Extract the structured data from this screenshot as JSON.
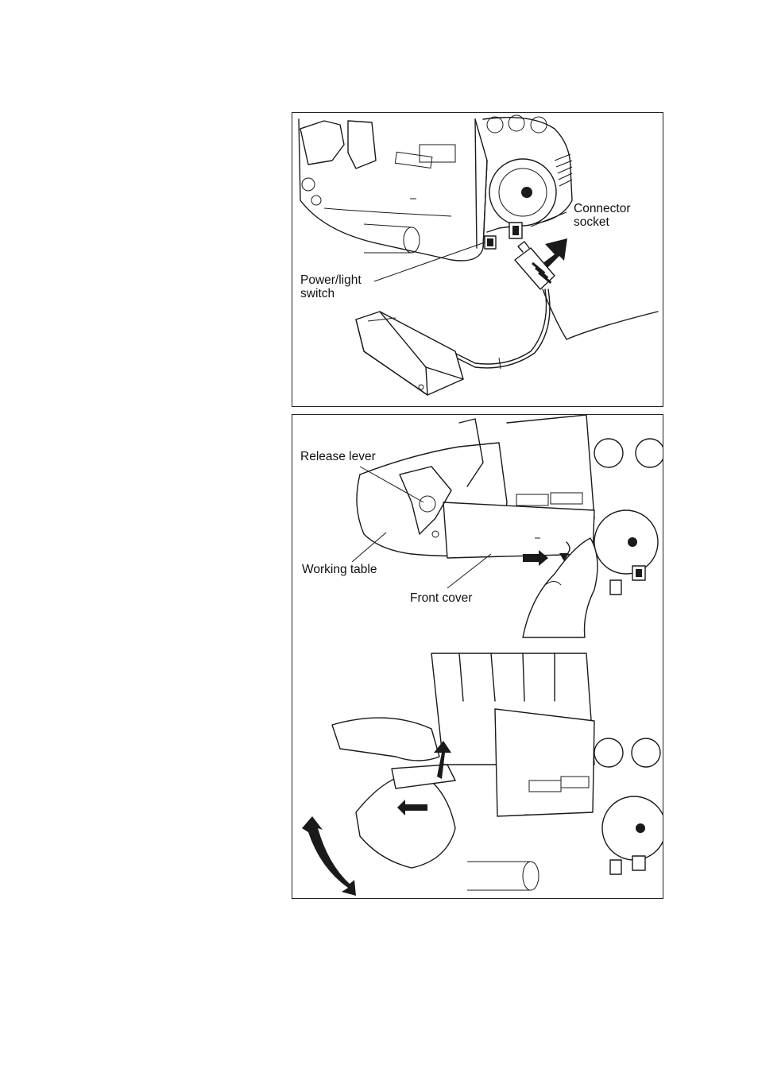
{
  "figure_1": {
    "labels": {
      "connector_socket": "Connector\nsocket",
      "power_light_switch": "Power/light\nswitch"
    },
    "icons": [
      "serger-machine-illustration",
      "foot-controller-icon",
      "plug-icon",
      "push-arrow-icon"
    ]
  },
  "figure_2": {
    "labels": {
      "release_lever": "Release lever",
      "working_table": "Working table",
      "front_cover": "Front cover"
    },
    "icons": [
      "serger-front-cover-illustration",
      "hand-icon",
      "arrow-icon",
      "curved-arrow-icon"
    ]
  }
}
